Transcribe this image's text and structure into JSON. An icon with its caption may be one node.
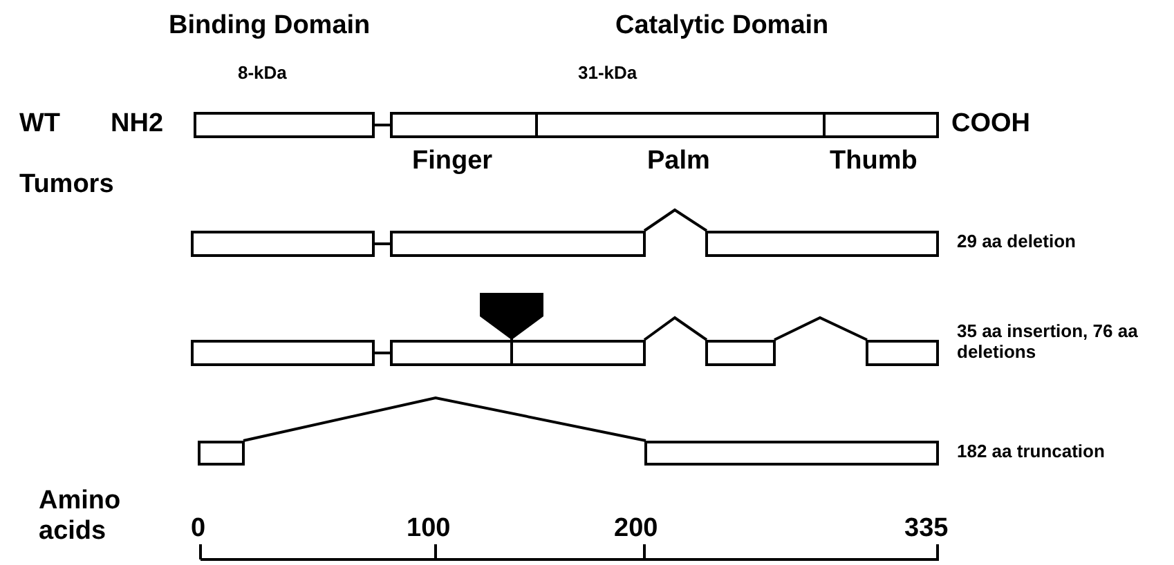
{
  "diagram": {
    "nodes": [
      {
        "text": [],
        "shape": "bar"
      },
      {
        "text": [],
        "shape": "bar"
      },
      {
        "text": [],
        "shape": "bar"
      },
      {
        "text": [],
        "shape": "bar"
      },
      {
        "text": [],
        "shape": "bar"
      },
      {
        "text": [],
        "shape": "bar"
      },
      {
        "text": [],
        "shape": "bar"
      },
      {
        "text": [],
        "shape": "bar"
      },
      {
        "text": [],
        "shape": "bar"
      },
      {
        "text": [],
        "shape": "bar"
      },
      {
        "text": [],
        "shape": "bar"
      },
      {
        "text": [],
        "shape": "bar"
      },
      {
        "text": [],
        "shape": "box"
      },
      {
        "text": [],
        "shape": "bar"
      },
      {
        "text": [],
        "shape": "bar"
      }
    ],
    "edges": [
      {
        "from": 0,
        "to": 1,
        "arrow": "none"
      },
      {
        "from": 4,
        "to": 5,
        "arrow": "none"
      },
      {
        "from": 5,
        "to": 6,
        "arrow": "none"
      },
      {
        "from": 7,
        "to": 8,
        "arrow": "none"
      },
      {
        "from": 9,
        "to": 10,
        "arrow": "none"
      },
      {
        "from": 10,
        "to": 11,
        "arrow": "none"
      },
      {
        "from": 13,
        "to": 14,
        "arrow": "none"
      }
    ],
    "labels": [
      "Binding Domain",
      "Catalytic Domain",
      "8-kDa",
      "31-kDa",
      "WT",
      "NH2",
      "COOH",
      "Finger",
      "Palm",
      "Thumb",
      "Tumors",
      "29 aa deletion",
      "35 aa insertion, 76 aa deletions",
      "182 aa truncation",
      "Amino acids",
      "0",
      "100",
      "200",
      "335"
    ]
  }
}
